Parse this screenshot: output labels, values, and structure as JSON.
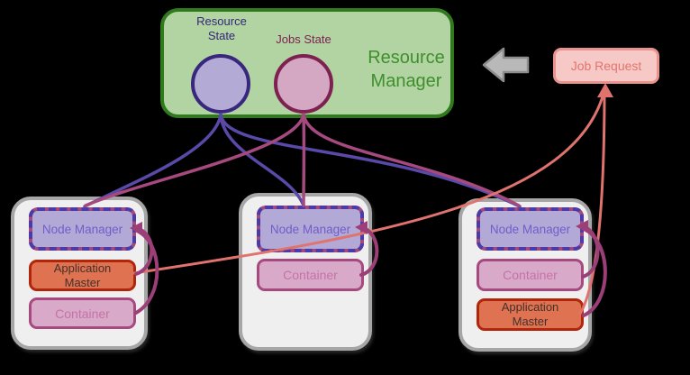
{
  "resource_manager": {
    "title": "Resource Manager",
    "resource_state_label": "Resource State",
    "jobs_state_label": "Jobs State"
  },
  "job_request": {
    "label": "Job Request"
  },
  "nodes": [
    {
      "id": "node-1",
      "items": [
        {
          "type": "node_manager",
          "label": "Node Manager"
        },
        {
          "type": "application_master",
          "label": "Application Master"
        },
        {
          "type": "container",
          "label": "Container"
        }
      ]
    },
    {
      "id": "node-2",
      "items": [
        {
          "type": "node_manager",
          "label": "Node Manager"
        },
        {
          "type": "container",
          "label": "Container"
        }
      ]
    },
    {
      "id": "node-3",
      "items": [
        {
          "type": "node_manager",
          "label": "Node Manager"
        },
        {
          "type": "container",
          "label": "Container"
        },
        {
          "type": "application_master",
          "label": "Application Master"
        }
      ]
    }
  ],
  "icons": {
    "request_flow_arrow": "left-block-arrow",
    "job_request_arrowhead": "up-arrowhead",
    "nm_link_arrowheads": "left-arrowhead"
  },
  "colors": {
    "background": "#000000",
    "rm_fill": "#b2d3a2",
    "rm_border": "#2f7a1d",
    "rm_title_text": "#3f8f2d",
    "resource_state_fill": "#b4aad6",
    "resource_state_border": "#38277d",
    "jobs_state_fill": "#d4a7c3",
    "jobs_state_border": "#7c2150",
    "job_request_fill": "#f7c9c6",
    "job_request_border": "#e8938e",
    "job_request_text": "#e2756f",
    "node_fill": "#f0eff0",
    "node_border": "#a6a6a6",
    "node_manager_fill": "#b3a9d7",
    "node_manager_dash": "#4c3aa6",
    "node_manager_dash_alt": "#a34a7c",
    "application_master_fill": "#df7351",
    "application_master_border": "#b1260b",
    "container_fill": "#d9a9c9",
    "container_border": "#a6497f",
    "link_resource_state": "#5a49a8",
    "link_jobs_state": "#a5497f",
    "link_job_request": "#e0736d",
    "link_nm_children": "#9c3f78",
    "gray_arrow_fill": "#b9b9b9",
    "gray_arrow_border": "#8d8d8d"
  }
}
